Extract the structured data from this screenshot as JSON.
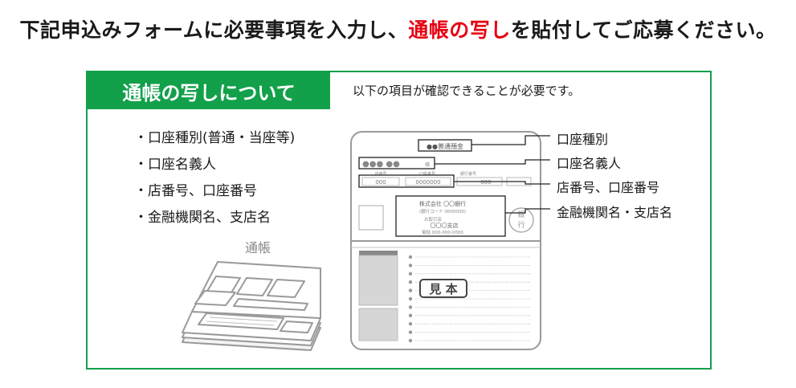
{
  "headline": {
    "before": "下記申込みフォームに必要事項を入力し、",
    "accent": "通帳の写し",
    "after": "を貼付してご応募ください。",
    "accent_color": "#e60012"
  },
  "panel": {
    "title": "通帳の写しについて",
    "note": "以下の項目が確認できることが必要です。",
    "border_color": "#12a04a",
    "checklist": [
      "口座種別(普通・当座等)",
      "口座名義人",
      "店番号、口座番号",
      "金融機関名、支店名"
    ],
    "passbook_caption": "通帳"
  },
  "sample_passbook": {
    "account_type": "●●普通預金",
    "holder_name": "●●● ●●",
    "holder_suffix": "様",
    "branch_no_label": "店番号",
    "branch_no": "000",
    "account_no_label": "口座番号",
    "account_no": "0000000",
    "bank_code_label": "銀行番号",
    "bank_code": "000",
    "bank_name": "株式会社 〇〇銀行",
    "bank_code_line": "(銀行コード 0000000)",
    "branch_label": "お取引店",
    "branch_name": "〇〇〇支店",
    "phone": "電話 000-000-0000",
    "seal_chars": [
      "銀",
      "行"
    ],
    "stamp": "見 本"
  },
  "callouts": [
    "口座種別",
    "口座名義人",
    "店番号、口座番号",
    "金融機関名・支店名"
  ]
}
